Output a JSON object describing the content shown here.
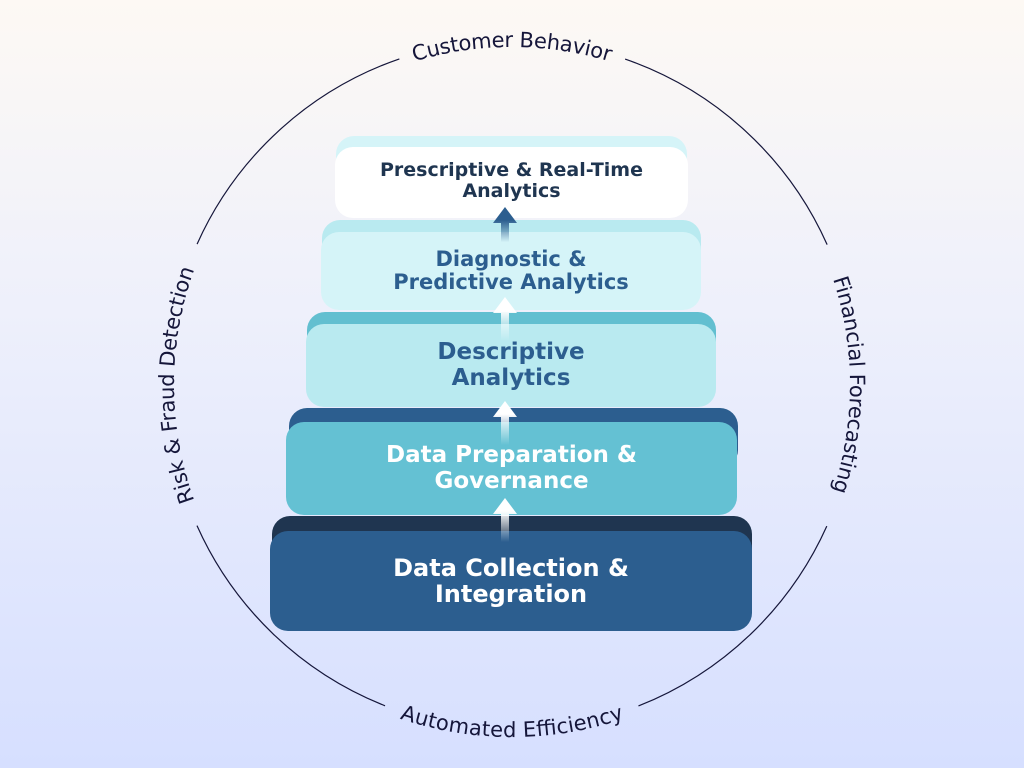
{
  "ring_labels": {
    "top": "Customer Behavior",
    "right": "Financial Forecasting",
    "bottom": "Automated Efficiency",
    "left": "Risk & Fraud Detection"
  },
  "tiers": [
    {
      "title": "Prescriptive & Real-Time Analytics",
      "color": "#ffffff",
      "text_color": "#1f3550"
    },
    {
      "title": "Diagnostic & Predictive Analytics",
      "color": "#d5f4f8",
      "text_color": "#2c5e8f"
    },
    {
      "title": "Descriptive Analytics",
      "color": "#b9eaf0",
      "text_color": "#2c5e8f"
    },
    {
      "title": "Data Preparation & Governance",
      "color": "#64c1d3",
      "text_color": "#ffffff"
    },
    {
      "title": "Data Collection & Integration",
      "color": "#2c5e8f",
      "text_color": "#ffffff"
    }
  ],
  "arrow_icon": "up-arrow-icon"
}
